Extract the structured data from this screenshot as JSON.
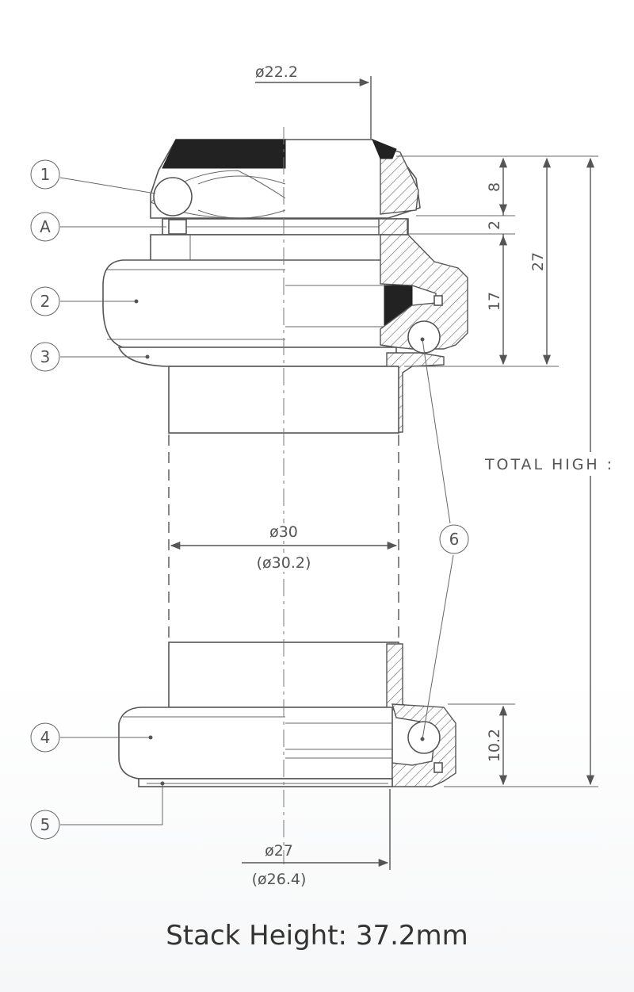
{
  "dimensions": {
    "top_tube_dia": "ø22.2",
    "locknut_height": "8",
    "spacer_height": "2",
    "upper_cup_height": "17",
    "upper_stack": "27",
    "steerer_dia": "ø30",
    "steerer_dia_alt": "(ø30.2)",
    "lower_cup_height": "10.2",
    "crown_race_dia": "ø27",
    "crown_race_dia_alt": "(ø26.4)",
    "total_height_label": "TOTAL HIGH :"
  },
  "callouts": [
    "1",
    "A",
    "2",
    "3",
    "4",
    "5",
    "6"
  ],
  "caption": "Stack Height: 37.2mm"
}
